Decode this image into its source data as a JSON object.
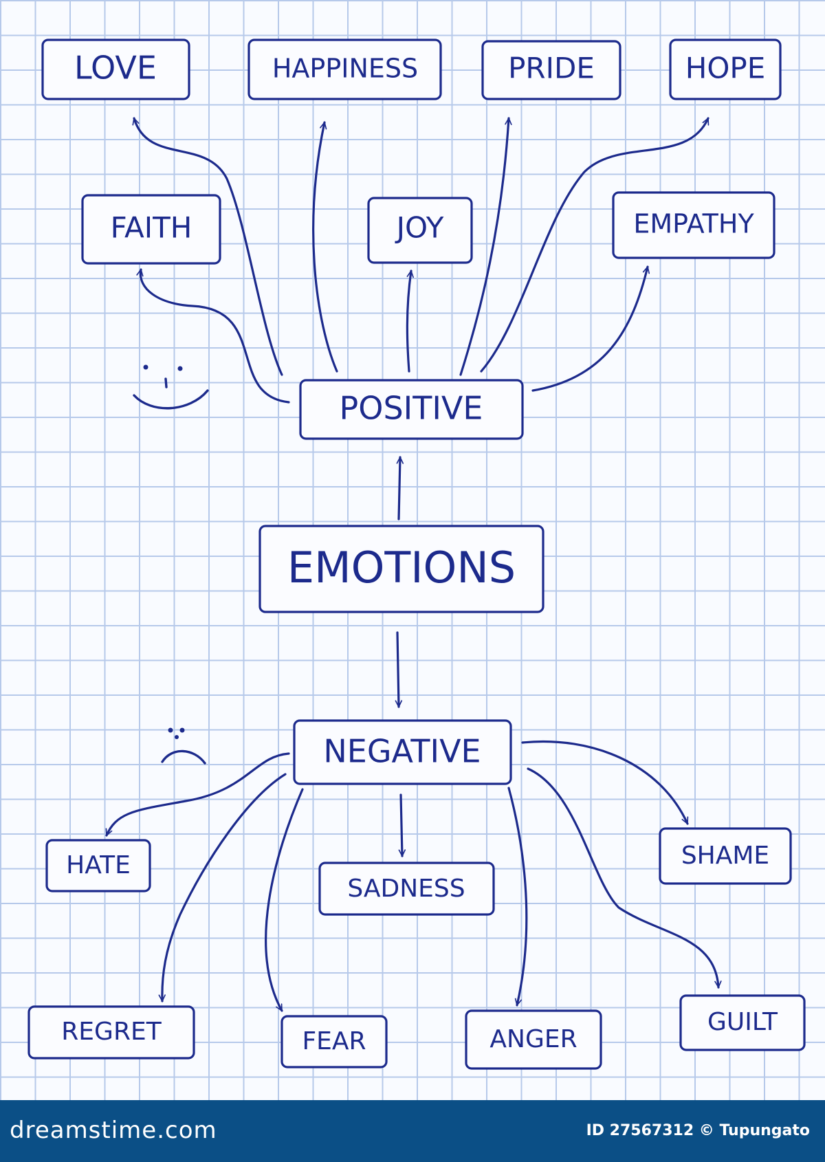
{
  "diagram": {
    "center": "EMOTIONS",
    "positive": {
      "label": "POSITIVE",
      "items": [
        "LOVE",
        "HAPPINESS",
        "PRIDE",
        "HOPE",
        "FAITH",
        "JOY",
        "EMPATHY"
      ]
    },
    "negative": {
      "label": "NEGATIVE",
      "items": [
        "HATE",
        "SADNESS",
        "SHAME",
        "REGRET",
        "FEAR",
        "ANGER",
        "GUILT"
      ]
    },
    "colors": {
      "ink": "#1c2a8c",
      "grid": "#b6c9ea",
      "paper": "#f9fbff",
      "footer": "#0b4f86"
    },
    "icons": [
      "smiley-face-icon",
      "frown-face-icon"
    ]
  },
  "footer": {
    "site": "dreamstime.com",
    "credit": "ID 27567312 © Tupungato"
  }
}
